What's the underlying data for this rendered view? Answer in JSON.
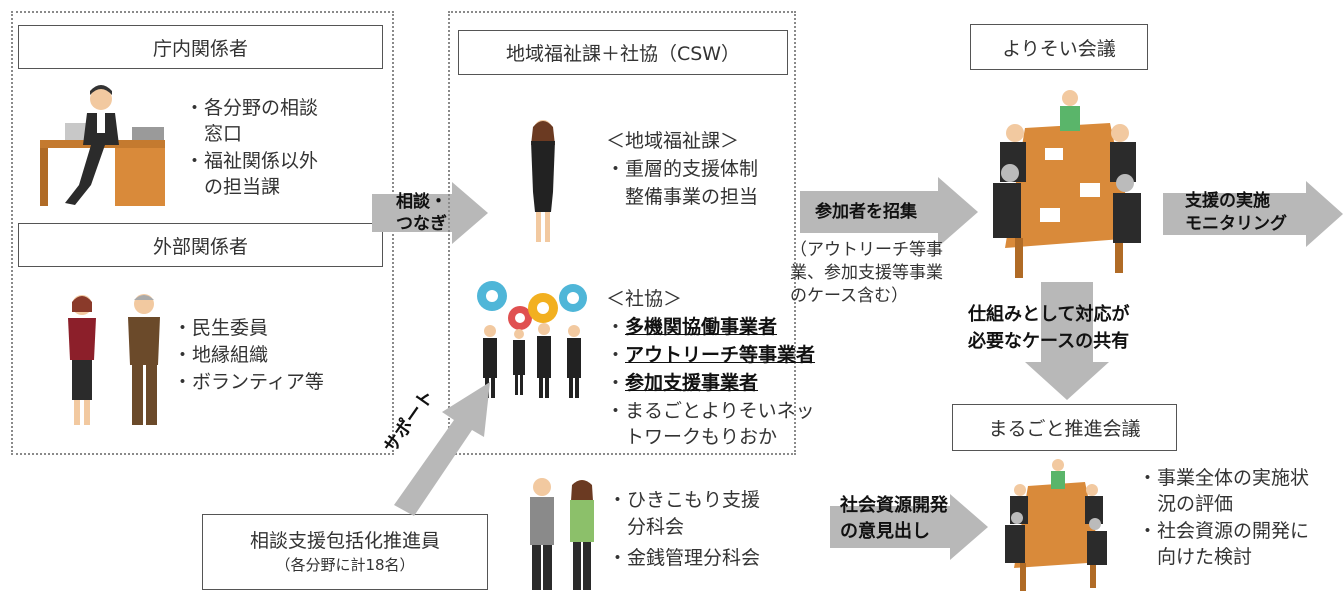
{
  "left_panel": {
    "internal_header": "庁内関係者",
    "internal_items": [
      "・各分野の相談",
      "　窓口",
      "・福祉関係以外",
      "　の担当課"
    ],
    "external_header": "外部関係者",
    "external_items": [
      "・民生委員",
      "・地縁組織",
      "・ボランティア等"
    ]
  },
  "arrow_consult": [
    "相談・",
    "つなぎ"
  ],
  "center_panel": {
    "header": "地域福祉課＋社協（CSW）",
    "welfare_title": "＜地域福祉課＞",
    "welfare_items": [
      "・重層的支援体制",
      "　整備事業の担当"
    ],
    "csw_title": "＜社協＞",
    "csw_items_bold": [
      "多機関協働事業者",
      "アウトリーチ等事業者",
      "参加支援事業者"
    ],
    "csw_items": [
      "・まるごとよりそいネッ",
      "　トワークもりおか"
    ]
  },
  "arrow_recruit": "参加者を招集",
  "recruit_note": [
    "（アウトリーチ等事",
    "業、参加支援等事業",
    "のケース含む）"
  ],
  "meeting_yorisoi": "よりそい会議",
  "arrow_support": [
    "支援の実施",
    "モニタリング"
  ],
  "arrow_share": [
    "仕組みとして対応が",
    "必要なケースの共有"
  ],
  "meeting_marugoto": "まるごと推進会議",
  "marugoto_items": [
    "・事業全体の実施状",
    "　況の評価",
    "・社会資源の開発に",
    "　向けた検討"
  ],
  "arrow_resource": [
    "社会資源開発",
    "の意見出し"
  ],
  "subcommittees": [
    "・ひきこもり支援",
    "　分科会",
    "・金銭管理分科会"
  ],
  "promoter_box": {
    "title": "相談支援包括化推進員",
    "note": "（各分野に計18名）"
  },
  "arrow_promoter": "サポート",
  "colors": {
    "arrow": "#b8b8b8",
    "desk": "#d98a3a",
    "suit": "#2b2b2b",
    "border": "#8a8a8a"
  }
}
